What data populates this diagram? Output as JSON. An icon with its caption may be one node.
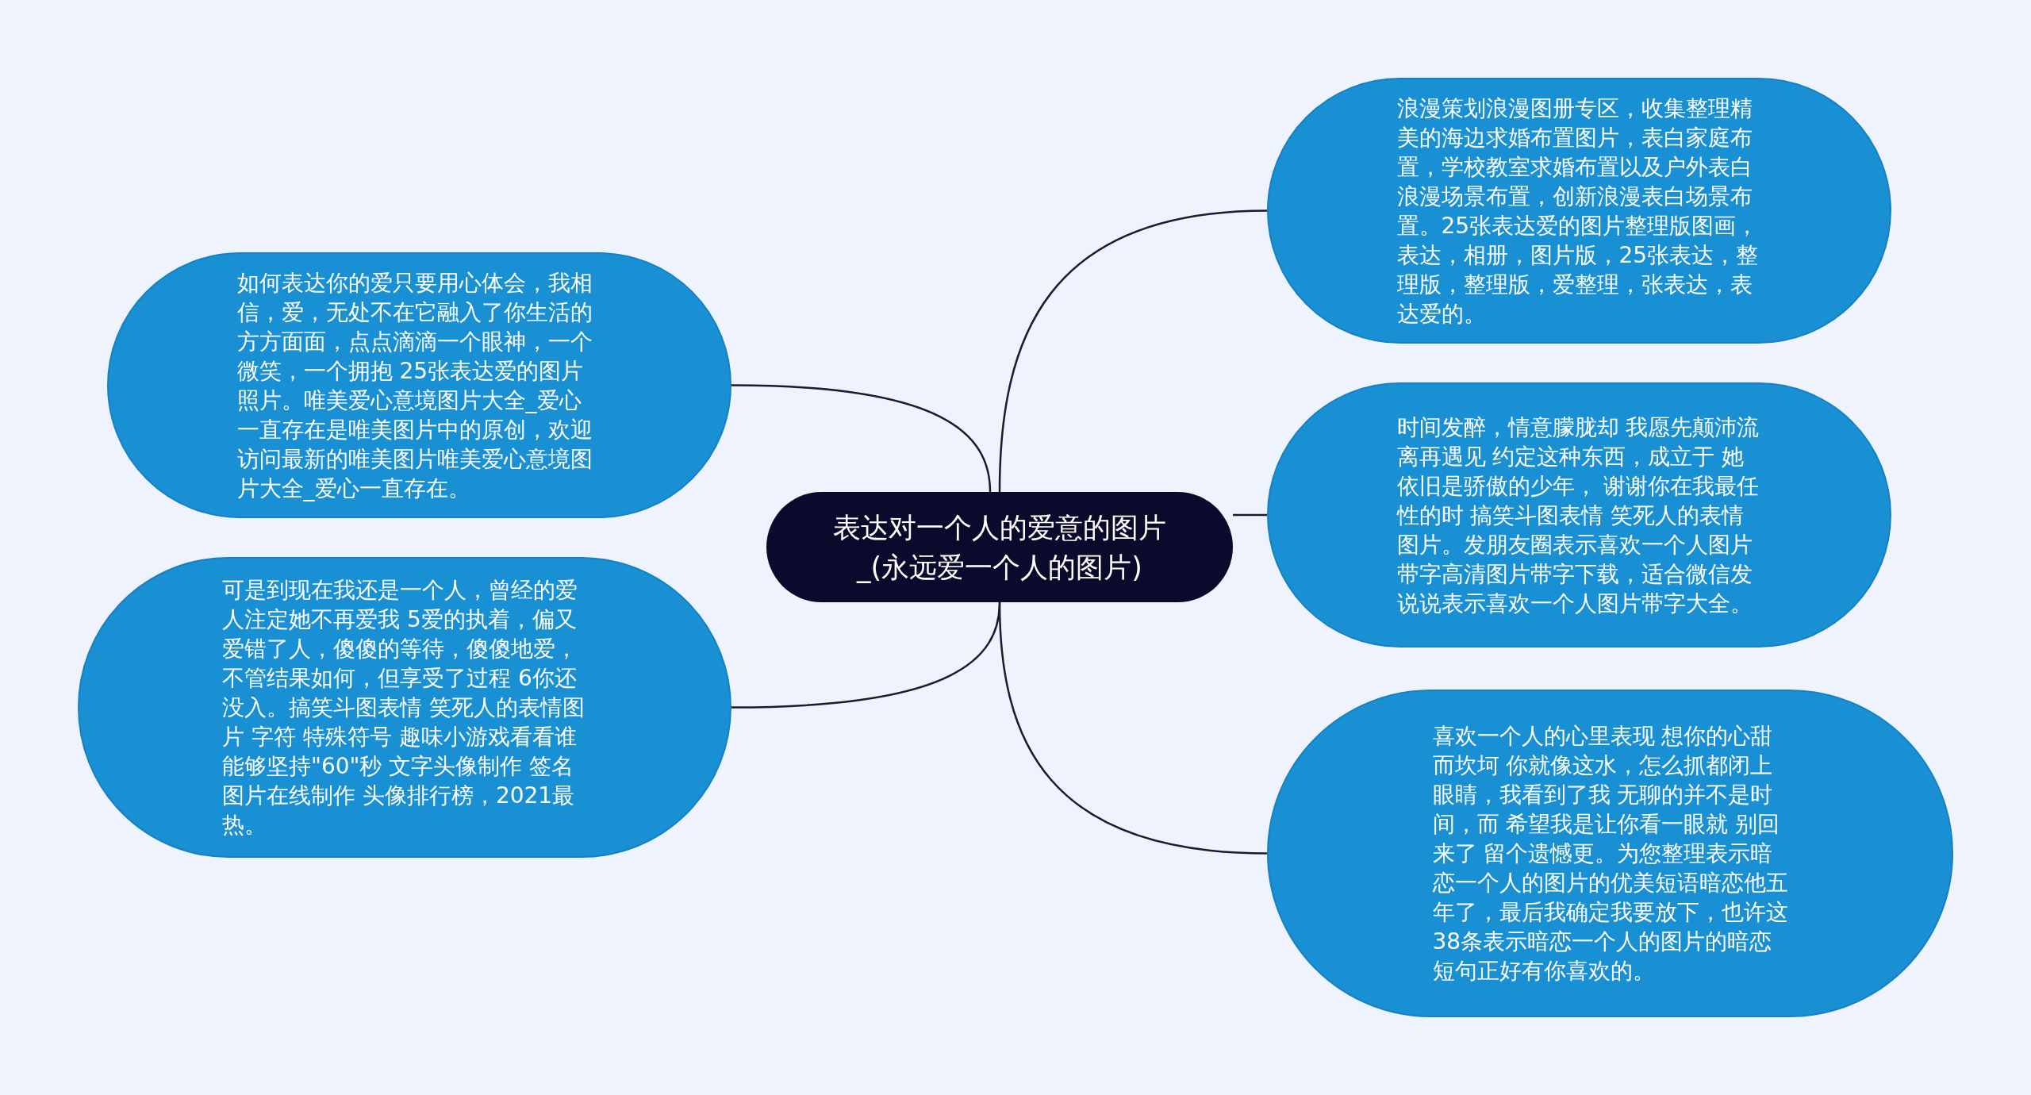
{
  "diagram": {
    "nodes": [
      {
        "text": [
          "表达对一个人的爱意的图片_(永远爱一个人的图片)"
        ]
      },
      {
        "text": [
          "如何表达你的爱只要用心体会，我相信，爱，无处不在它融入了你生活的方方面面，点点滴滴一个眼神，一个微笑，一个拥抱 25张表达爱的图片照片。唯美爱心意境图片大全_爱心一直存在是唯美图片中的原创，欢迎访问最新的唯美图片唯美爱心意境图片大全_爱心一直存在。"
        ]
      },
      {
        "text": [
          "可是到现在我还是一个人，曾经的爱人注定她不再爱我 5爱的执着，偏又爱错了人，傻傻的等待，傻傻地爱，不管结果如何，但享受了过程 6你还没入。搞笑斗图表情 笑死人的表情图片 字符 特殊符号 趣味小游戏看看谁能够坚持\"60\"秒 文字头像制作 签名图片在线制作 头像排行榜，2021最热。"
        ]
      },
      {
        "text": [
          "浪漫策划浪漫图册专区，收集整理精美的海边求婚布置图片，表白家庭布置，学校教室求婚布置以及户外表白浪漫场景布置，创新浪漫表白场景布置。25张表达爱的图片整理版图画，表达，相册，图片版，25张表达，整理版，整理版，爱整理，张表达，表达爱的。"
        ]
      },
      {
        "text": [
          "时间发醉，情意朦胧却 我愿先颠沛流离再遇见 约定这种东西，成立于 她依旧是骄傲的少年， 谢谢你在我最任性的时 搞笑斗图表情 笑死人的表情图片。发朋友圈表示喜欢一个人图片带字高清图片带字下载，适合微信发说说表示喜欢一个人图片带字大全。"
        ]
      },
      {
        "text": [
          "喜欢一个人的心里表现 想你的心甜而坎坷 你就像这水，怎么抓都闭上眼睛，我看到了我 无聊的并不是时间，而 希望我是让你看一眼就 别回来了 留个遗憾更。为您整理表示暗恋一个人的图片的优美短语暗恋他五年了，最后我确定我要放下，也许这38条表示暗恋一个人的图片的暗恋短句正好有你喜欢的。"
        ]
      }
    ],
    "edges": [
      {
        "from": 0,
        "to": 1,
        "arrow": "none"
      },
      {
        "from": 0,
        "to": 2,
        "arrow": "none"
      },
      {
        "from": 0,
        "to": 3,
        "arrow": "none"
      },
      {
        "from": 0,
        "to": 4,
        "arrow": "none"
      },
      {
        "from": 0,
        "to": 5,
        "arrow": "none"
      }
    ]
  }
}
